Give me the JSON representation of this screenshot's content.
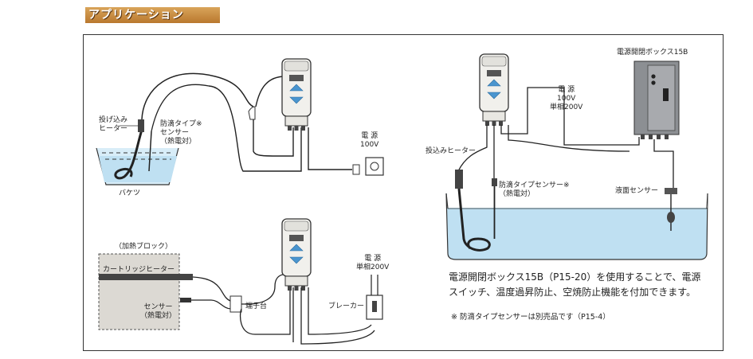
{
  "heading": "アプリケーション",
  "labels": {
    "immersion_heater": "投げ込み\nヒーター",
    "drip_sensor_1": "防滴タイプ※\nセンサー\n（熱電対）",
    "bucket": "バケツ",
    "power_100v": "電 源\n100V",
    "heating_block": "（加熱ブロック）",
    "cartridge_heater": "カートリッジヒーター",
    "sensor_thermocouple": "センサー\n（熱電対）",
    "terminal_block": "端子台",
    "power_1ph200v_bottom": "電 源\n単相200V",
    "breaker": "ブレーカー",
    "power_box": "電源開閉ボックス15B",
    "power_100v_1ph200v": "電 源\n100V\n単相200V",
    "immersion_heater_right": "投込みヒーター",
    "drip_sensor_2": "防滴タイプセンサー※\n（熱電対）",
    "level_sensor": "液面センサー"
  },
  "description": [
    "電源開閉ボックス15B（P15-20）を使用することで、電源",
    "スイッチ、温度過昇防止、空焼防止機能を付加できます。"
  ],
  "footnote": "※ 防滴タイプセンサーは別売品です（P15-4）",
  "colors": {
    "water": "#bfe0f2",
    "key_blue": "#4a95cf",
    "box": "#8c8f93",
    "heading": "#c98b3d"
  }
}
